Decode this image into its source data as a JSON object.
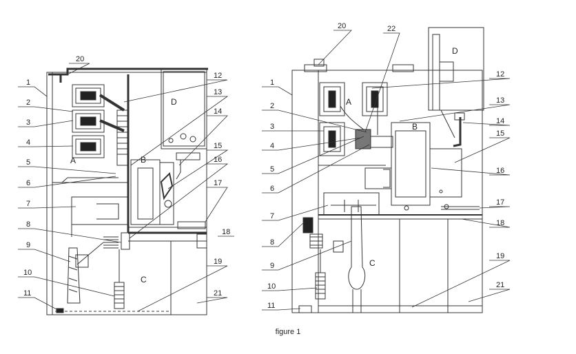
{
  "caption": "figure 1",
  "left_view": {
    "callouts_left": [
      "1",
      "2",
      "3",
      "4",
      "5",
      "6",
      "7",
      "8",
      "9",
      "10",
      "11"
    ],
    "callouts_right": [
      "12",
      "13",
      "14",
      "15",
      "16",
      "17",
      "18",
      "19",
      "21"
    ],
    "callout_top": "20",
    "zones": [
      "A",
      "B",
      "C",
      "D"
    ]
  },
  "right_view": {
    "callouts_left": [
      "1",
      "2",
      "3",
      "4",
      "5",
      "6",
      "7",
      "8",
      "9",
      "10",
      "11"
    ],
    "callouts_right": [
      "12",
      "13",
      "14",
      "15",
      "16",
      "17",
      "18",
      "19",
      "21"
    ],
    "callout_top": [
      "20",
      "22"
    ],
    "zones": [
      "A",
      "B",
      "C",
      "D"
    ]
  }
}
